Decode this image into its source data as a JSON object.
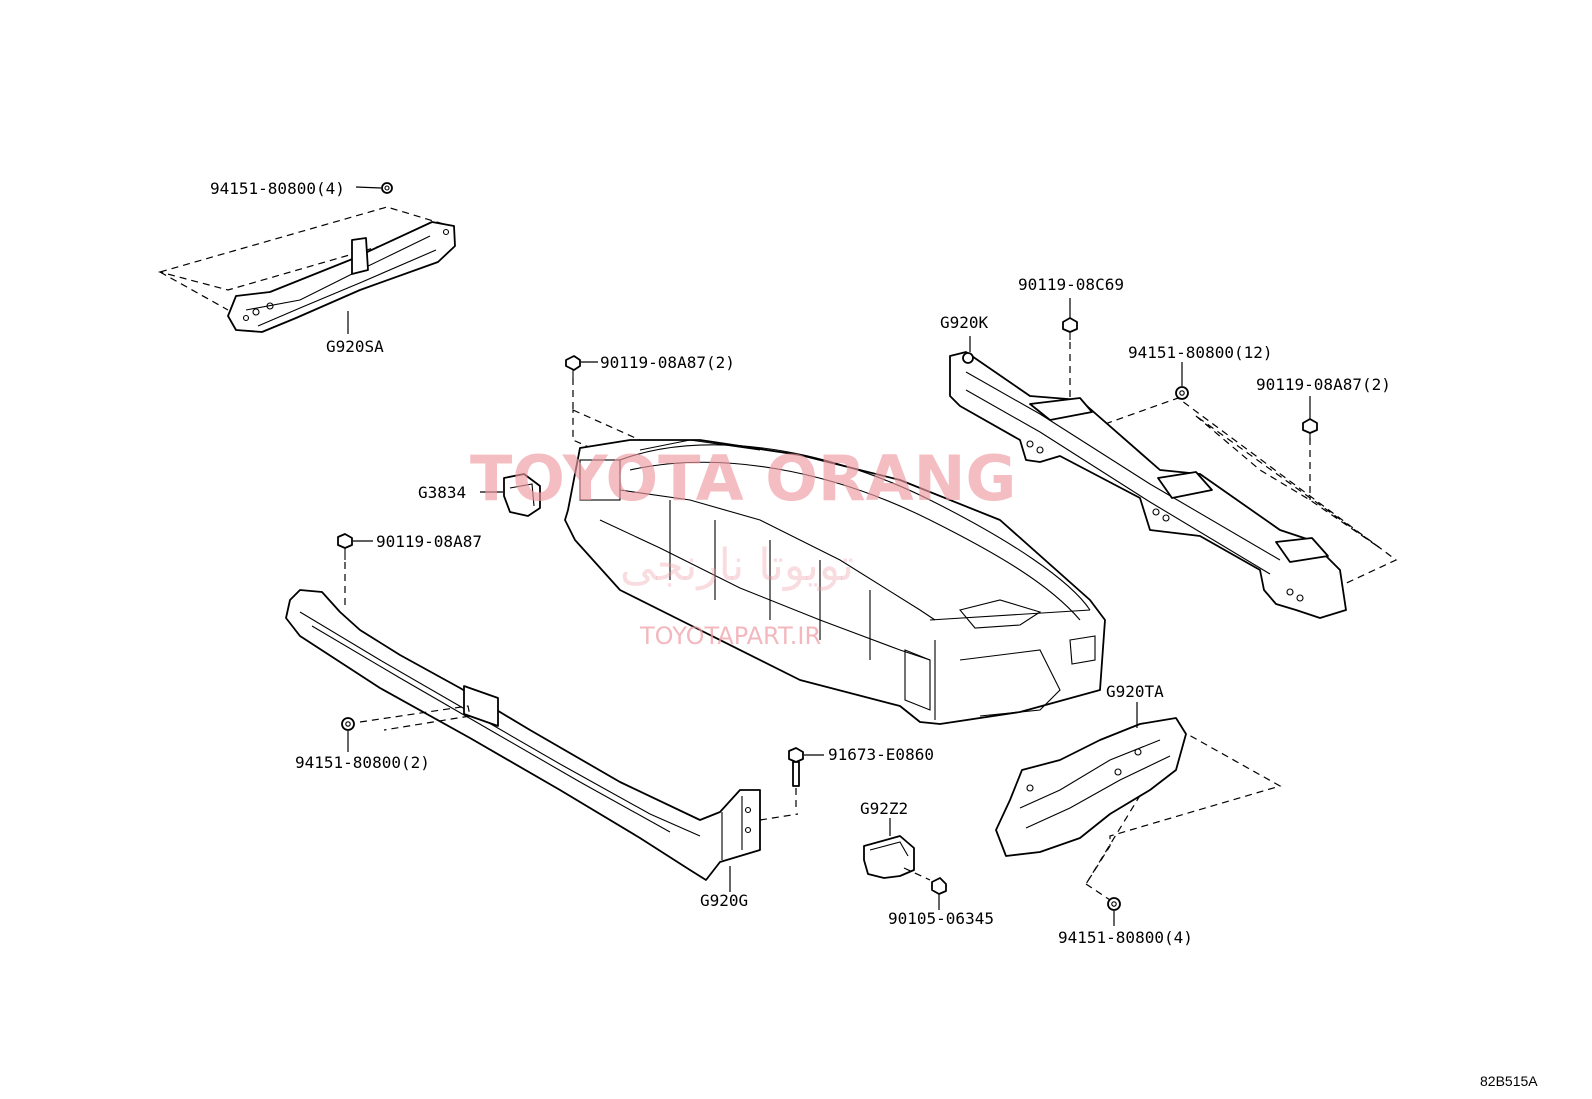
{
  "labels": {
    "nut_top_left": "94151-80800(4)",
    "bracket_top_left": "G920SA",
    "bolt_center_top": "90119-08A87(2)",
    "bracket_g920k": "G920K",
    "bolt_08c69": "90119-08C69",
    "nut_12": "94151-80800(12)",
    "bolt_right": "90119-08A87(2)",
    "clip_g3834": "G3834",
    "bolt_left_single": "90119-08A87",
    "nut_left_2": "94151-80800(2)",
    "bolt_91673": "91673-E0860",
    "bracket_g920ta": "G920TA",
    "clip_g92z2": "G92Z2",
    "bolt_90105": "90105-06345",
    "bracket_g920g": "G920G",
    "nut_bottom_right": "94151-80800(4)"
  },
  "diagram_ref": "82B515A",
  "watermark": {
    "brand": "TOYOTA ORANG",
    "site": "TOYOTAPART.IR",
    "script": "تویوتا نارنجی"
  }
}
